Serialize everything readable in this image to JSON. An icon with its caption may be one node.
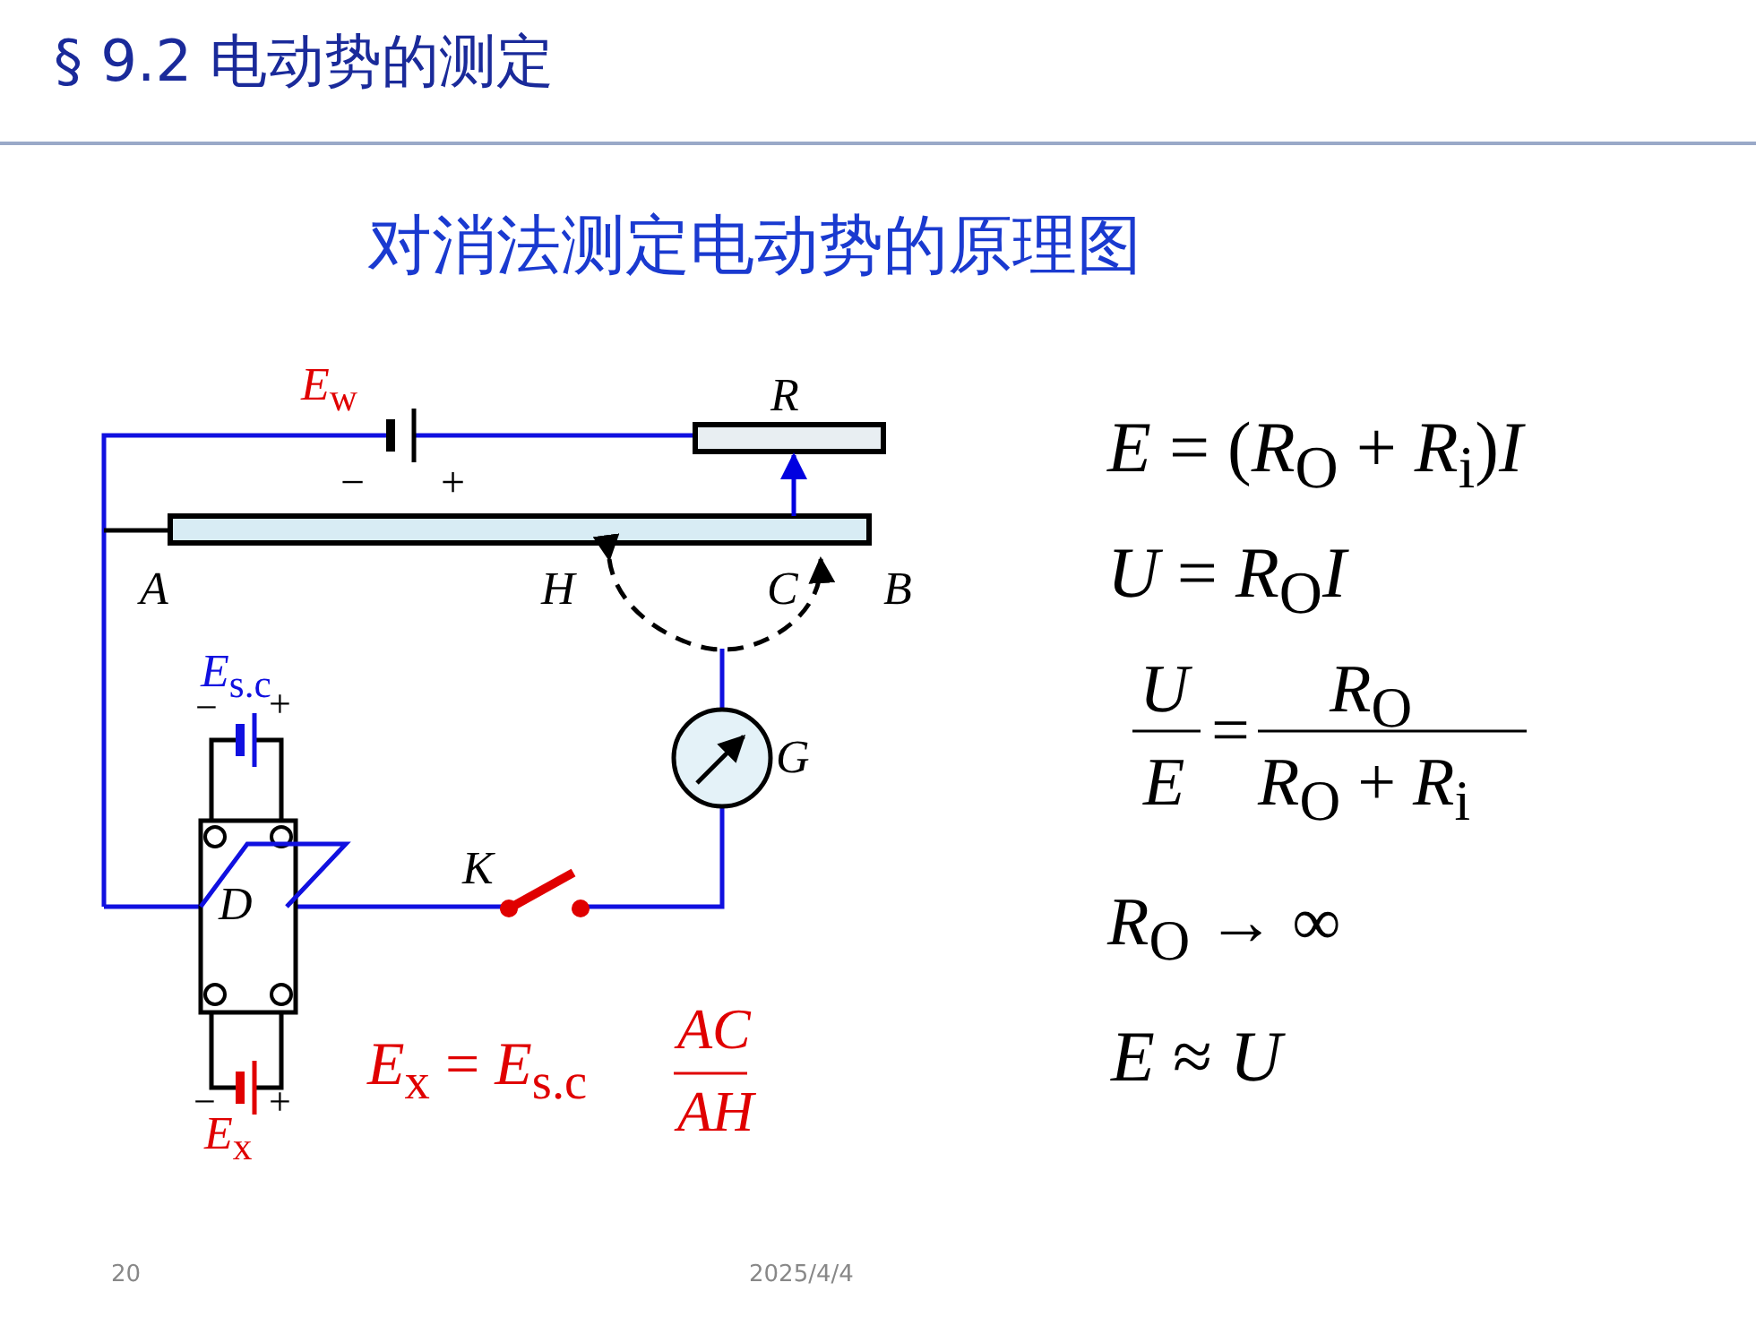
{
  "diagram": {
    "title": "§ 9.2 电动势的测定",
    "labels": [
      "对消法测定电动势的原理图",
      "*E*$_{w}$",
      "R",
      "−",
      "+",
      "A",
      "H",
      "C",
      "B",
      "*E*$_{s.c}$",
      "−",
      "+",
      "G",
      "K",
      "D",
      "−",
      "+",
      "*E*$_{x}$",
      "*E*$_{x}$ = *E*$_{s.c}$",
      "AC",
      "AH",
      "*E* = (*R*$_{O}$ + *R*$_{i}$)*I*",
      "*U* = *R*$_{O}$*I*",
      "U",
      "=",
      "*R*$_{O}$",
      "E",
      "*R*$_{O}$ + *R*$_{i}$",
      "*R*$_{O}$ → ∞",
      "*E* ≈ *U*",
      "20",
      "2025/4/4"
    ]
  }
}
